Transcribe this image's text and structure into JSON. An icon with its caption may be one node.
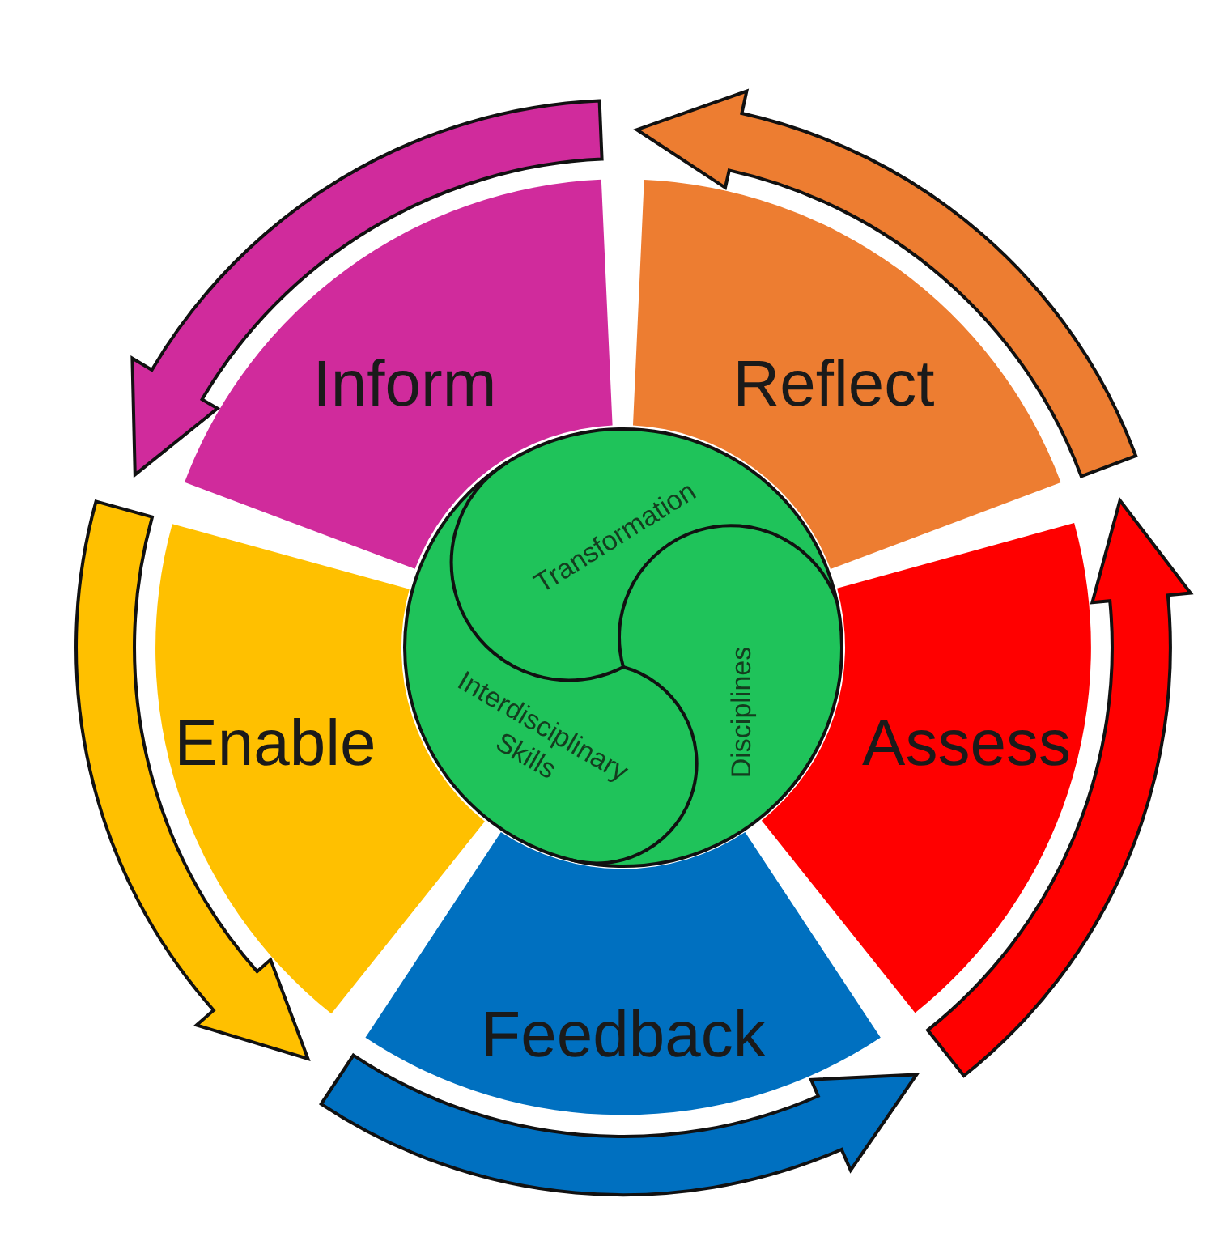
{
  "diagram": {
    "nodes": [
      {
        "text": [
          "Inform"
        ]
      },
      {
        "text": [
          "Reflect"
        ]
      },
      {
        "text": [
          "Enable"
        ]
      },
      {
        "text": [
          "Assess"
        ]
      },
      {
        "text": [
          "Feedback"
        ]
      },
      {
        "text": [],
        "shape": "circle"
      },
      {
        "text": [
          "Transformation"
        ],
        "in": 5
      },
      {
        "text": [
          "Interdisciplinary Skills"
        ],
        "in": 5
      },
      {
        "text": [
          "Disciplines"
        ],
        "in": 5
      }
    ],
    "edges": [
      {
        "from": 1,
        "to": 0,
        "arrow": "to",
        "color": "#ed7d31"
      },
      {
        "from": 0,
        "to": 2,
        "arrow": "to",
        "color": "#d02b9c"
      },
      {
        "from": 2,
        "to": 4,
        "arrow": "to",
        "color": "#ffc000"
      },
      {
        "from": 4,
        "to": 3,
        "arrow": "to",
        "color": "#0070c0"
      },
      {
        "from": 3,
        "to": 1,
        "arrow": "to",
        "color": "#ff0000"
      }
    ]
  }
}
